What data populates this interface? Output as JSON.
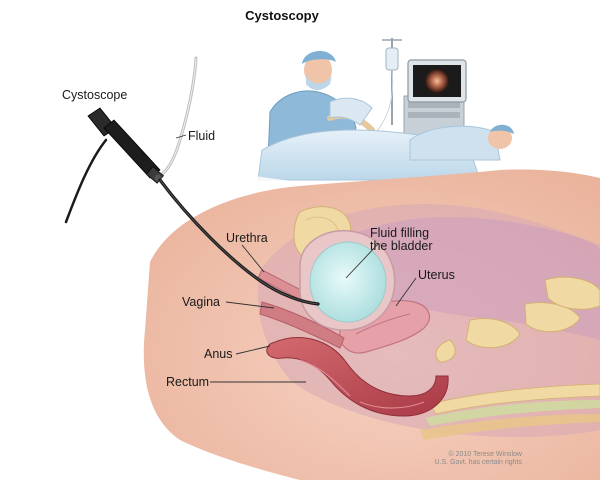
{
  "title": "Cystoscopy",
  "labels": {
    "cystoscope": "Cystoscope",
    "fluid": "Fluid",
    "urethra": "Urethra",
    "fluid_filling_line1": "Fluid filling",
    "fluid_filling_line2": "the bladder",
    "uterus": "Uterus",
    "vagina": "Vagina",
    "anus": "Anus",
    "rectum": "Rectum"
  },
  "copyright": {
    "line1": "© 2010 Terese Winslow",
    "line2": "U.S. Govt. has certain rights"
  },
  "colors": {
    "skin": "#f3c7b5",
    "tissue_dark": "#d98e8e",
    "muscle": "#d27474",
    "rectum": "#c7505a",
    "bladder": "#cfeeee",
    "uterus": "#e5a0a8",
    "bone": "#f1d9a3",
    "scrubs": "#9ec4df",
    "scope": "#1b1b1b"
  }
}
